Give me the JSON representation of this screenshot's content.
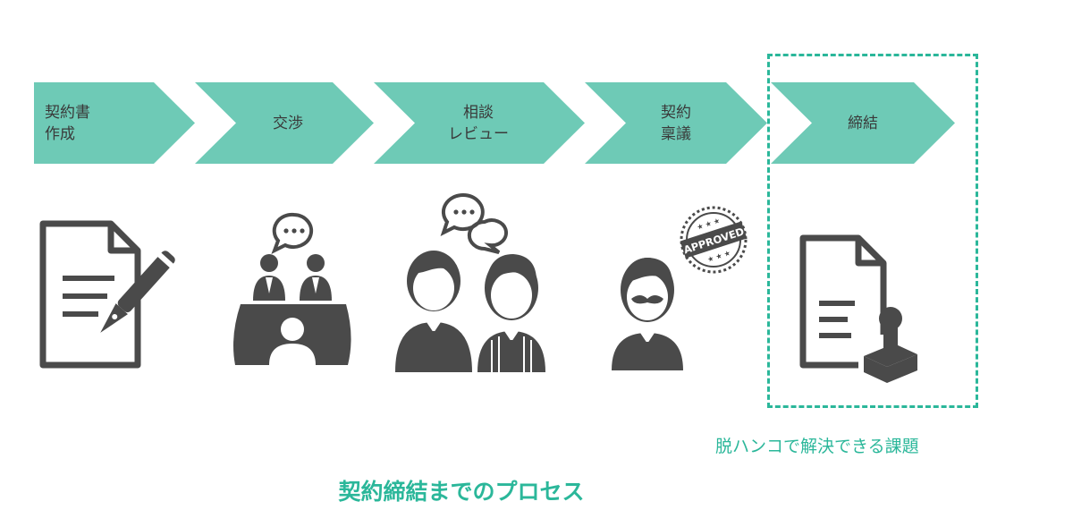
{
  "flow": {
    "steps": [
      {
        "lines": [
          "契約書",
          "作成"
        ],
        "icon": "document-pen-icon"
      },
      {
        "lines": [
          "交渉"
        ],
        "icon": "negotiation-table-icon"
      },
      {
        "lines": [
          "相談",
          "レビュー"
        ],
        "icon": "consultation-people-icon"
      },
      {
        "lines": [
          "契約",
          "稟議"
        ],
        "icon": "approver-approved-stamp-icon"
      },
      {
        "lines": [
          "締結"
        ],
        "icon": "document-seal-stamp-icon"
      }
    ],
    "arrow_color": "#6ecab6",
    "icon_color": "#4a4a4a"
  },
  "highlight": {
    "stamp_text": "APPROVED",
    "caption": "脱ハンコで解決できる課題",
    "color": "#2bb79a"
  },
  "footer": {
    "caption": "契約締結までのプロセス"
  }
}
